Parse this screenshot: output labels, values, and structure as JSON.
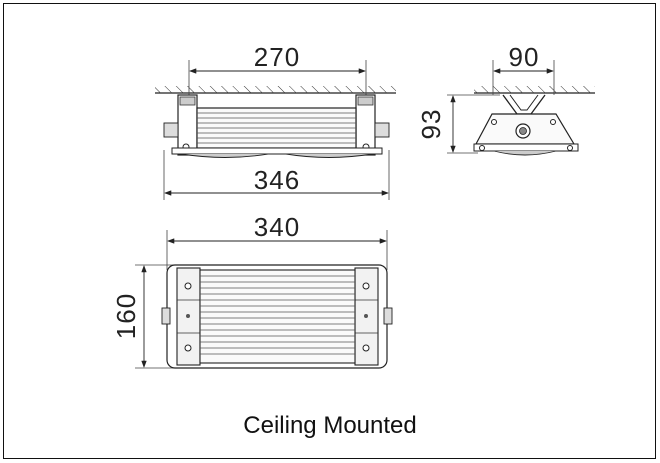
{
  "caption": "Ceiling Mounted",
  "dimensions": {
    "top_width": "270",
    "side_width": "90",
    "side_height": "93",
    "front_overall": "346",
    "plan_overall": "340",
    "plan_height": "160"
  }
}
